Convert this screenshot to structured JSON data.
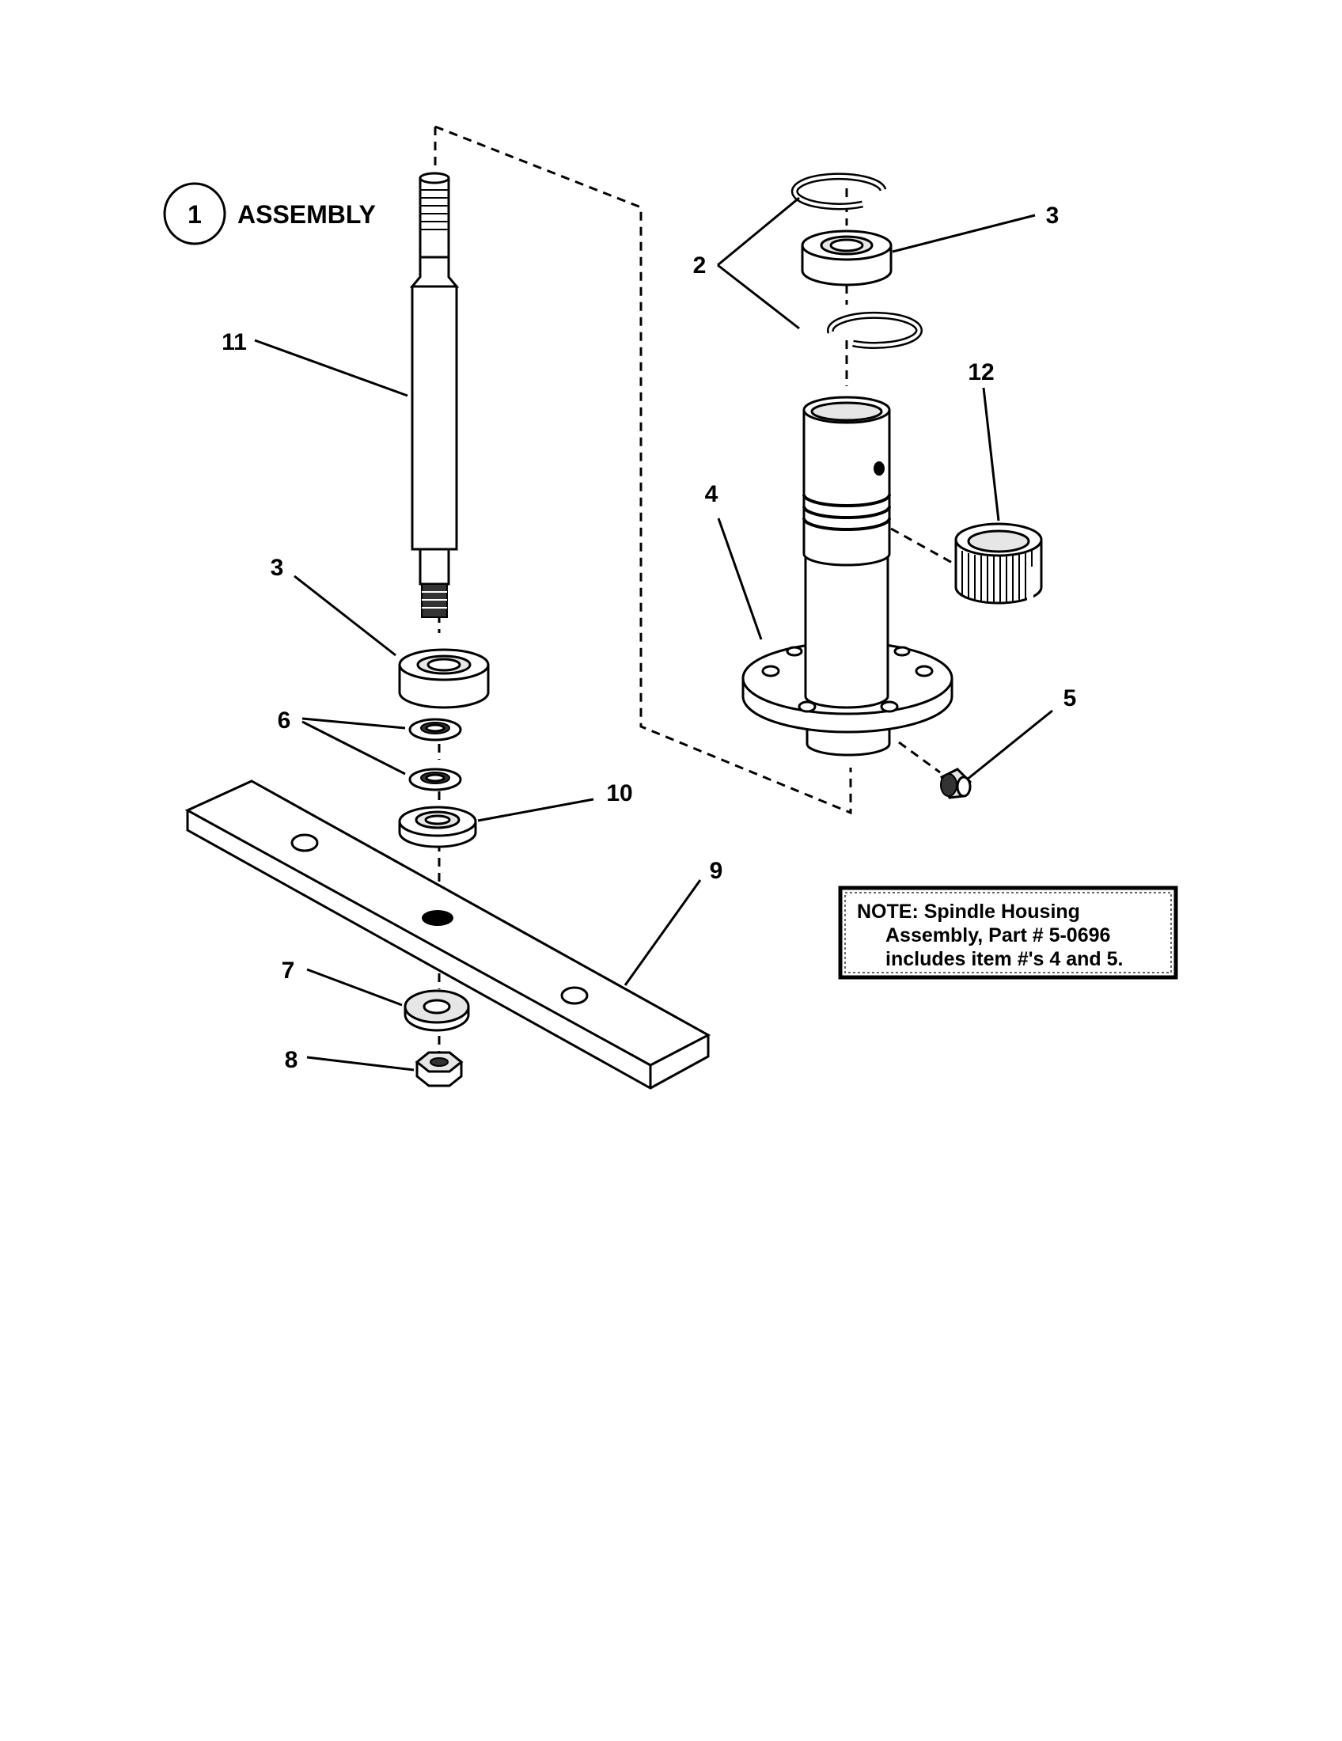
{
  "title": {
    "number": "1",
    "text": "ASSEMBLY"
  },
  "callouts": {
    "c2": "2",
    "c3_right": "3",
    "c3_left": "3",
    "c4": "4",
    "c5": "5",
    "c6": "6",
    "c7": "7",
    "c8": "8",
    "c9": "9",
    "c10": "10",
    "c11": "11",
    "c12": "12"
  },
  "note": {
    "line1": "NOTE: Spindle Housing",
    "line2": "Assembly, Part # 5-0696",
    "line3": "includes item #'s 4 and 5."
  }
}
